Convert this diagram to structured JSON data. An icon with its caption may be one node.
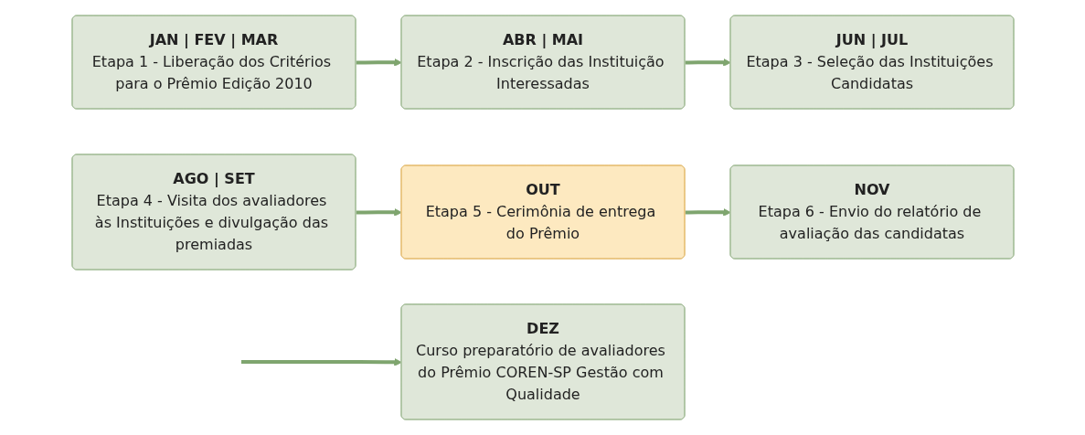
{
  "diagram": {
    "nodes": [
      {
        "text": [
          "JAN | FEV | MAR",
          "Etapa 1 - Liberação dos Critérios para o Prêmio Edição 2010"
        ]
      },
      {
        "text": [
          "ABR | MAI",
          "Etapa 2 - Inscrição das Instituição Interessadas"
        ]
      },
      {
        "text": [
          "JUN | JUL",
          "Etapa 3 - Seleção das Instituições Candidatas"
        ]
      },
      {
        "text": [
          "AGO | SET",
          "Etapa 4 - Visita dos avaliadores às Instituições e divulgação das premiadas"
        ]
      },
      {
        "text": [
          "OUT",
          "Etapa 5 - Cerimônia de entrega do Prêmio"
        ]
      },
      {
        "text": [
          "NOV",
          "Etapa 6 - Envio do relatório de avaliação das candidatas"
        ]
      },
      {
        "text": [
          "DEZ",
          "Curso preparatório de avaliadores do Prêmio COREN-SP Gestão com Qualidade"
        ]
      }
    ],
    "edges": [
      {
        "from": 0,
        "to": 1,
        "arrow": "to"
      },
      {
        "from": 1,
        "to": 2,
        "arrow": "to"
      },
      {
        "from": 3,
        "to": 4,
        "arrow": "to"
      },
      {
        "from": 4,
        "to": 5,
        "arrow": "to"
      },
      {
        "from": null,
        "to": 6,
        "arrow": "to"
      }
    ]
  }
}
